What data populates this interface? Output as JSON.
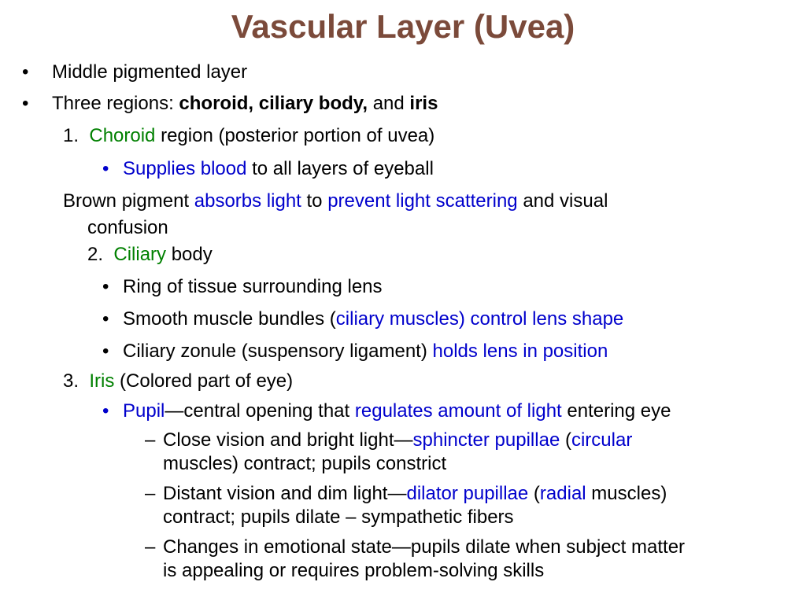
{
  "colors": {
    "title": "#7b4a3a",
    "green": "#008000",
    "blue": "#0000cc",
    "text": "#000000"
  },
  "title": "Vascular Layer (Uvea)",
  "bullet1": {
    "marker": "•",
    "text": "Middle pigmented layer"
  },
  "bullet2": {
    "marker": "•",
    "prefix": "Three regions: ",
    "bold1": "choroid, ciliary body,",
    "mid": " and ",
    "bold2": "iris"
  },
  "choroid": {
    "num": "1.",
    "name": "Choroid",
    "rest": " region (posterior portion of uvea)",
    "sub": {
      "marker": "•",
      "blue": "Supplies blood",
      "rest": " to all layers of eyeball"
    }
  },
  "brown": {
    "t1": "Brown pigment ",
    "b1": "absorbs light",
    "t2": " to ",
    "b2": "prevent light scattering",
    "t3": " and visual",
    "line2": "confusion"
  },
  "ciliary": {
    "num": "2.",
    "name": "Ciliary",
    "rest": " body",
    "sub1": {
      "marker": "•",
      "text": "Ring of tissue surrounding lens"
    },
    "sub2": {
      "marker": "•",
      "text": "Smooth muscle bundles (",
      "blue": "ciliary muscles) control lens shape"
    },
    "sub3": {
      "marker": "•",
      "text": "Ciliary zonule (suspensory ligament) ",
      "blue": "holds lens in position"
    }
  },
  "iris": {
    "num": "3.",
    "name": "Iris",
    "rest": " (Colored part of eye)",
    "pupil": {
      "marker": "•",
      "b1": "Pupil",
      "t1": "—central opening that ",
      "b2": "regulates amount of light",
      "t2": " entering eye"
    },
    "close": {
      "marker": "–",
      "t1": "Close vision and bright light—",
      "b1": "sphincter pupillae",
      "t2": " (",
      "b2": "circular",
      "line2": "muscles) contract; pupils constrict"
    },
    "distant": {
      "marker": "–",
      "t1": "Distant vision and dim light—",
      "b1": "dilator pupillae",
      "t2": " (",
      "b2": "radial",
      "t3": " muscles)",
      "line2": "contract; pupils dilate – sympathetic fibers"
    },
    "emotion": {
      "marker": "–",
      "line1": "Changes in emotional state—pupils dilate when subject matter",
      "line2": "is appealing or requires problem-solving skills"
    }
  }
}
